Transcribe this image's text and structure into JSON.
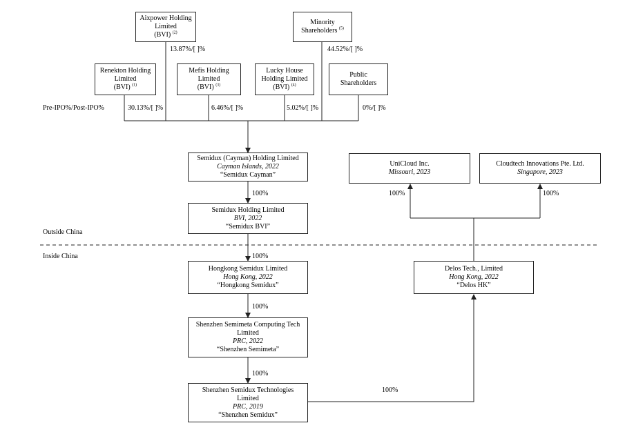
{
  "shareholders": [
    {
      "id": "aixpower",
      "lines": [
        "Aixpower Holding",
        "Limited",
        "(BVI)"
      ],
      "note": "(2)",
      "ownership": "13.87%/[  ]%"
    },
    {
      "id": "minority",
      "lines": [
        "Minority",
        "Shareholders"
      ],
      "note": "(5)",
      "ownership": "44.52%/[  ]%"
    },
    {
      "id": "renekton",
      "lines": [
        "Renekton Holding",
        "Limited",
        "(BVI)"
      ],
      "note": "(1)",
      "ownership": "30.13%/[  ]%"
    },
    {
      "id": "mefis",
      "lines": [
        "Mefis Holding",
        "Limited",
        "(BVI)"
      ],
      "note": "(3)",
      "ownership": "6.46%/[  ]%"
    },
    {
      "id": "lucky-house",
      "lines": [
        "Lucky House",
        "Holding Limited",
        "(BVI)"
      ],
      "note": "(4)",
      "ownership": "5.02%/[  ]%"
    },
    {
      "id": "public",
      "lines": [
        "Public Shareholders"
      ],
      "note": "",
      "ownership": "0%/[  ]%"
    }
  ],
  "pre_post_label": "Pre-IPO%/Post-IPO%",
  "entities": [
    {
      "id": "semidux-cayman",
      "name": "Semidux (Cayman) Holding Limited",
      "jurisdiction": "Cayman Islands, 2022",
      "alias": "“Semidux Cayman”"
    },
    {
      "id": "semidux-bvi",
      "name": "Semidux Holding Limited",
      "jurisdiction": "BVI, 2022",
      "alias": "“Semidux BVI”"
    },
    {
      "id": "hongkong-semidux",
      "name": "Hongkong Semidux Limited",
      "jurisdiction": "Hong Kong, 2022",
      "alias": "“Hongkong Semidux”"
    },
    {
      "id": "shenzhen-semimeta",
      "name": "Shenzhen Semimeta Computing Tech Limited",
      "jurisdiction": "PRC, 2022",
      "alias": "“Shenzhen Semimeta”"
    },
    {
      "id": "shenzhen-semidux",
      "name": "Shenzhen Semidux Technologies Limited",
      "jurisdiction": "PRC, 2019",
      "alias": "“Shenzhen Semidux”"
    },
    {
      "id": "delos-hk",
      "name": "Delos Tech., Limited",
      "jurisdiction": "Hong Kong, 2022",
      "alias": "“Delos HK”"
    },
    {
      "id": "unicloud",
      "name": "UniCloud Inc.",
      "jurisdiction": "Missouri, 2023",
      "alias": ""
    },
    {
      "id": "cloudtech",
      "name": "Cloudtech Innovations Pte. Ltd.",
      "jurisdiction": "Singapore, 2023",
      "alias": ""
    }
  ],
  "ownership_labels": {
    "cayman_to_bvi": "100%",
    "bvi_to_hk": "100%",
    "hk_to_semimeta": "100%",
    "semimeta_to_semidux": "100%",
    "semidux_to_delos": "100%",
    "delos_to_unicloud": "100%",
    "delos_to_cloudtech": "100%"
  },
  "regions": {
    "outside": "Outside China",
    "inside": "Inside China"
  }
}
